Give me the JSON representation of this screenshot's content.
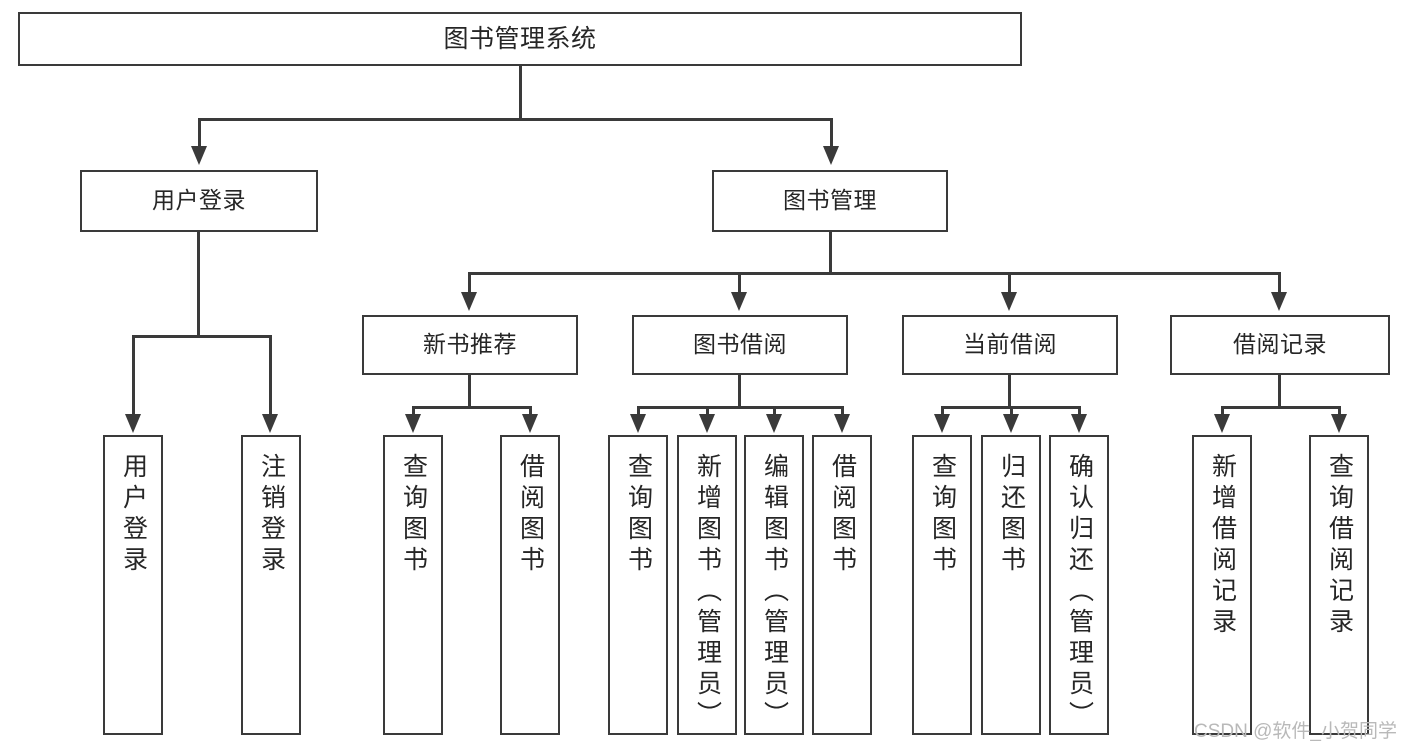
{
  "diagram": {
    "title": "图书管理系统",
    "type": "hierarchy-tree",
    "root": {
      "id": "root",
      "label": "图书管理系统",
      "level": 1
    },
    "level2": [
      {
        "id": "user-login",
        "label": "用户登录"
      },
      {
        "id": "book-manage",
        "label": "图书管理"
      }
    ],
    "level3": [
      {
        "id": "new-book-rec",
        "label": "新书推荐",
        "parent": "book-manage"
      },
      {
        "id": "book-borrow",
        "label": "图书借阅",
        "parent": "book-manage"
      },
      {
        "id": "current-borrow",
        "label": "当前借阅",
        "parent": "book-manage"
      },
      {
        "id": "borrow-record",
        "label": "借阅记录",
        "parent": "book-manage"
      }
    ],
    "leaves": {
      "user-login": [
        {
          "id": "leaf-user-login",
          "label": "用户登录"
        },
        {
          "id": "leaf-user-logout",
          "label": "注销登录"
        }
      ],
      "new-book-rec": [
        {
          "id": "leaf-query-book-1",
          "label": "查询图书"
        },
        {
          "id": "leaf-borrow-book-1",
          "label": "借阅图书"
        }
      ],
      "book-borrow": [
        {
          "id": "leaf-query-book-2",
          "label": "查询图书"
        },
        {
          "id": "leaf-add-book",
          "label": "新增图书（管理员）"
        },
        {
          "id": "leaf-edit-book",
          "label": "编辑图书（管理员）"
        },
        {
          "id": "leaf-borrow-book-2",
          "label": "借阅图书"
        }
      ],
      "current-borrow": [
        {
          "id": "leaf-query-book-3",
          "label": "查询图书"
        },
        {
          "id": "leaf-return-book",
          "label": "归还图书"
        },
        {
          "id": "leaf-confirm-return",
          "label": "确认归还（管理员）"
        }
      ],
      "borrow-record": [
        {
          "id": "leaf-add-record",
          "label": "新增借阅记录"
        },
        {
          "id": "leaf-query-record",
          "label": "查询借阅记录"
        }
      ]
    }
  },
  "watermark": {
    "text": "CSDN @软件_小贺同学"
  },
  "colors": {
    "stroke": "#3a3a3a",
    "text": "#262626",
    "background": "#ffffff",
    "watermark": "#b9b9b9"
  }
}
